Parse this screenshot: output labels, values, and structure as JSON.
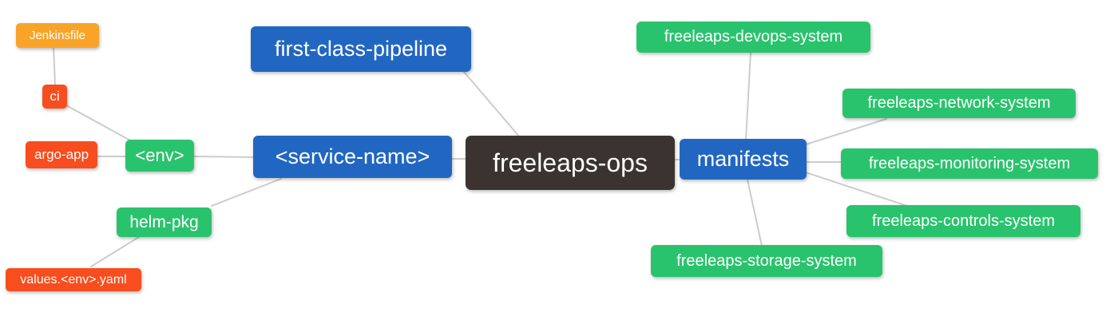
{
  "diagram": {
    "type": "mindmap",
    "root_id": "root",
    "nodes": {
      "root": {
        "label": "freeleaps-ops",
        "level": 1,
        "color": "#3a332f"
      },
      "first_class_pipeline": {
        "label": "first-class-pipeline",
        "level": 2,
        "color": "#2167c2"
      },
      "service_name": {
        "label": "<service-name>",
        "level": 2,
        "color": "#2167c2"
      },
      "manifests": {
        "label": "manifests",
        "level": 2,
        "color": "#2167c2"
      },
      "env": {
        "label": "<env>",
        "level": 3,
        "color": "#2ac36d"
      },
      "helm_pkg": {
        "label": "helm-pkg",
        "level": 3,
        "color": "#2ac36d"
      },
      "ci": {
        "label": "ci",
        "level": 4,
        "color": "#f84d1e"
      },
      "argo_app": {
        "label": "argo-app",
        "level": 4,
        "color": "#f84d1e"
      },
      "values_env_yaml": {
        "label": "values.<env>.yaml",
        "level": 4,
        "color": "#f84d1e"
      },
      "jenkinsfile": {
        "label": "Jenkinsfile",
        "level": 5,
        "color": "#f9a428"
      },
      "devops_system": {
        "label": "freeleaps-devops-system",
        "level": 3,
        "color": "#2ac36d"
      },
      "network_system": {
        "label": "freeleaps-network-system",
        "level": 3,
        "color": "#2ac36d"
      },
      "monitoring_system": {
        "label": "freeleaps-monitoring-system",
        "level": 3,
        "color": "#2ac36d"
      },
      "controls_system": {
        "label": "freeleaps-controls-system",
        "level": 3,
        "color": "#2ac36d"
      },
      "storage_system": {
        "label": "freeleaps-storage-system",
        "level": 3,
        "color": "#2ac36d"
      }
    },
    "edges": [
      {
        "from": "root",
        "to": "first_class_pipeline"
      },
      {
        "from": "root",
        "to": "service_name"
      },
      {
        "from": "root",
        "to": "manifests"
      },
      {
        "from": "service_name",
        "to": "env"
      },
      {
        "from": "service_name",
        "to": "helm_pkg"
      },
      {
        "from": "env",
        "to": "ci"
      },
      {
        "from": "env",
        "to": "argo_app"
      },
      {
        "from": "ci",
        "to": "jenkinsfile"
      },
      {
        "from": "helm_pkg",
        "to": "values_env_yaml"
      },
      {
        "from": "manifests",
        "to": "devops_system"
      },
      {
        "from": "manifests",
        "to": "network_system"
      },
      {
        "from": "manifests",
        "to": "monitoring_system"
      },
      {
        "from": "manifests",
        "to": "controls_system"
      },
      {
        "from": "manifests",
        "to": "storage_system"
      }
    ],
    "palette": {
      "root_node": "#3a332f",
      "blue_node": "#2167c2",
      "green_node": "#2ac36d",
      "red_node": "#f84d1e",
      "orange_node": "#f9a428",
      "edge_line": "#cccccc",
      "node_text": "#ffffff",
      "background": "#ffffff"
    }
  }
}
